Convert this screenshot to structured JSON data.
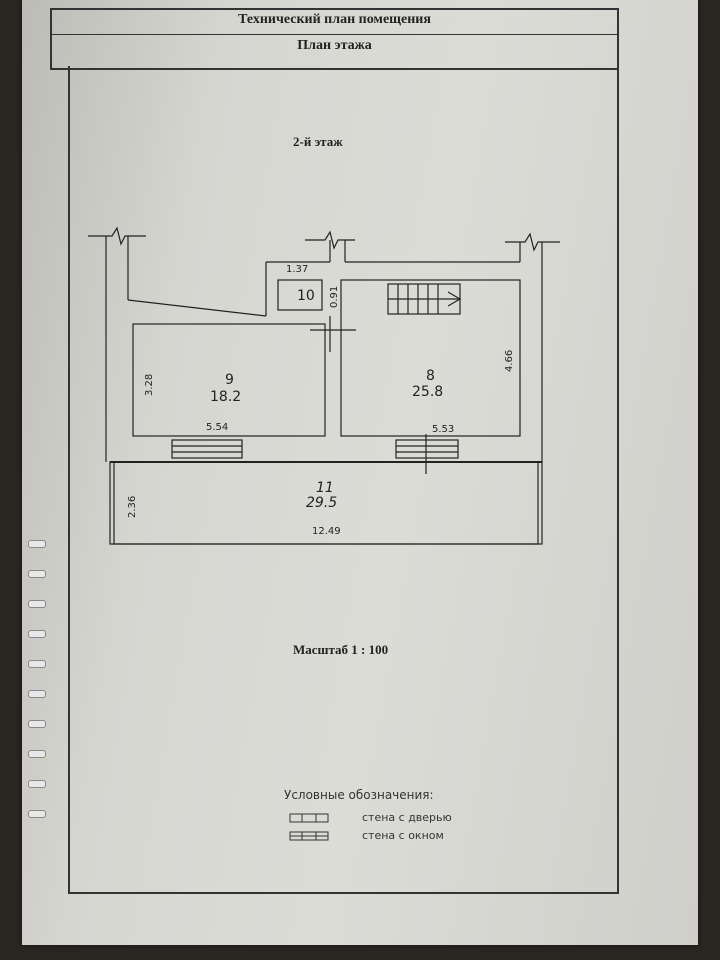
{
  "header": {
    "title": "Технический план помещения",
    "subtitle": "План  этажа"
  },
  "floor_label": "2-й этаж",
  "rooms": [
    {
      "number": "10",
      "area": ""
    },
    {
      "number": "9",
      "area": "18.2"
    },
    {
      "number": "8",
      "area": "25.8"
    },
    {
      "number": "11",
      "area": "29.5"
    }
  ],
  "dimensions": {
    "d137": "1.37",
    "d091": "0.91",
    "d328": "3.28",
    "d554": "5.54",
    "d553": "5.53",
    "d466": "4.66",
    "d236": "2.36",
    "d1249": "12.49"
  },
  "scale": "Масштаб 1 : 100",
  "legend": {
    "title": "Условные обозначения:",
    "items": [
      {
        "label": "стена с дверью"
      },
      {
        "label": "стена с окном"
      }
    ]
  }
}
